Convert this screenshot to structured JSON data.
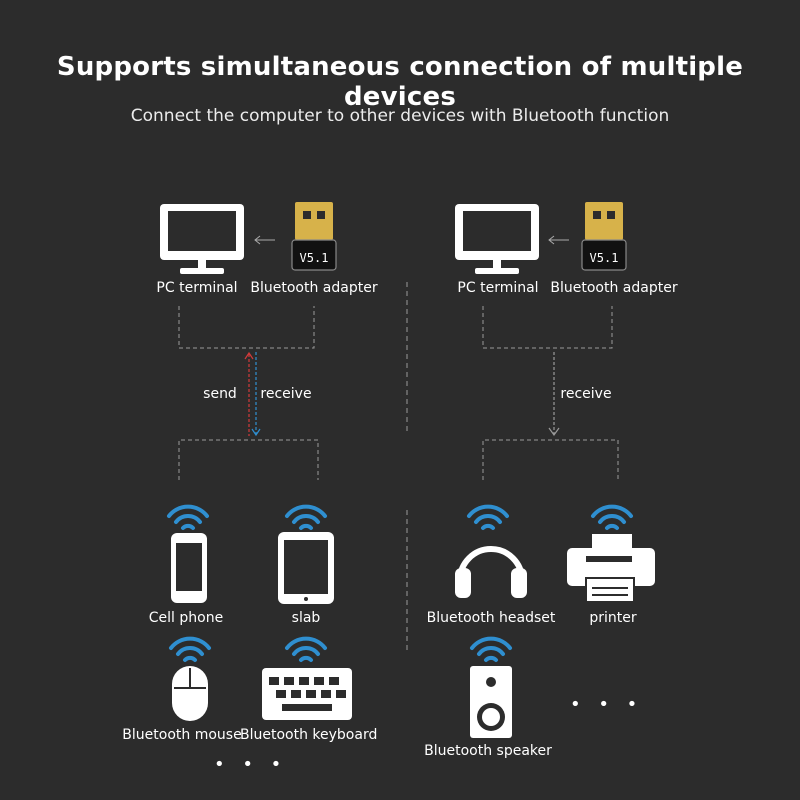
{
  "title": "Supports simultaneous connection of multiple devices",
  "subtitle": "Connect the computer to other devices with Bluetooth function",
  "left": {
    "pc_label": "PC terminal",
    "adapter_label": "Bluetooth adapter",
    "adapter_version": "V5.1",
    "send_label": "send",
    "receive_label": "receive",
    "devices": {
      "phone": "Cell phone",
      "slab": "slab",
      "mouse": "Bluetooth mouse",
      "keyboard": "Bluetooth keyboard"
    },
    "more": "• • •"
  },
  "right": {
    "pc_label": "PC terminal",
    "adapter_label": "Bluetooth adapter",
    "adapter_version": "V5.1",
    "receive_label": "receive",
    "devices": {
      "headset": "Bluetooth headset",
      "printer": "printer",
      "speaker": "Bluetooth speaker"
    },
    "more": "• • •"
  },
  "colors": {
    "background": "#2c2c2c",
    "wifi": "#2f8fd0",
    "send_arrow": "#d23a3a",
    "receive_arrow": "#2f8fd0",
    "dashed": "#9a9a9a"
  }
}
